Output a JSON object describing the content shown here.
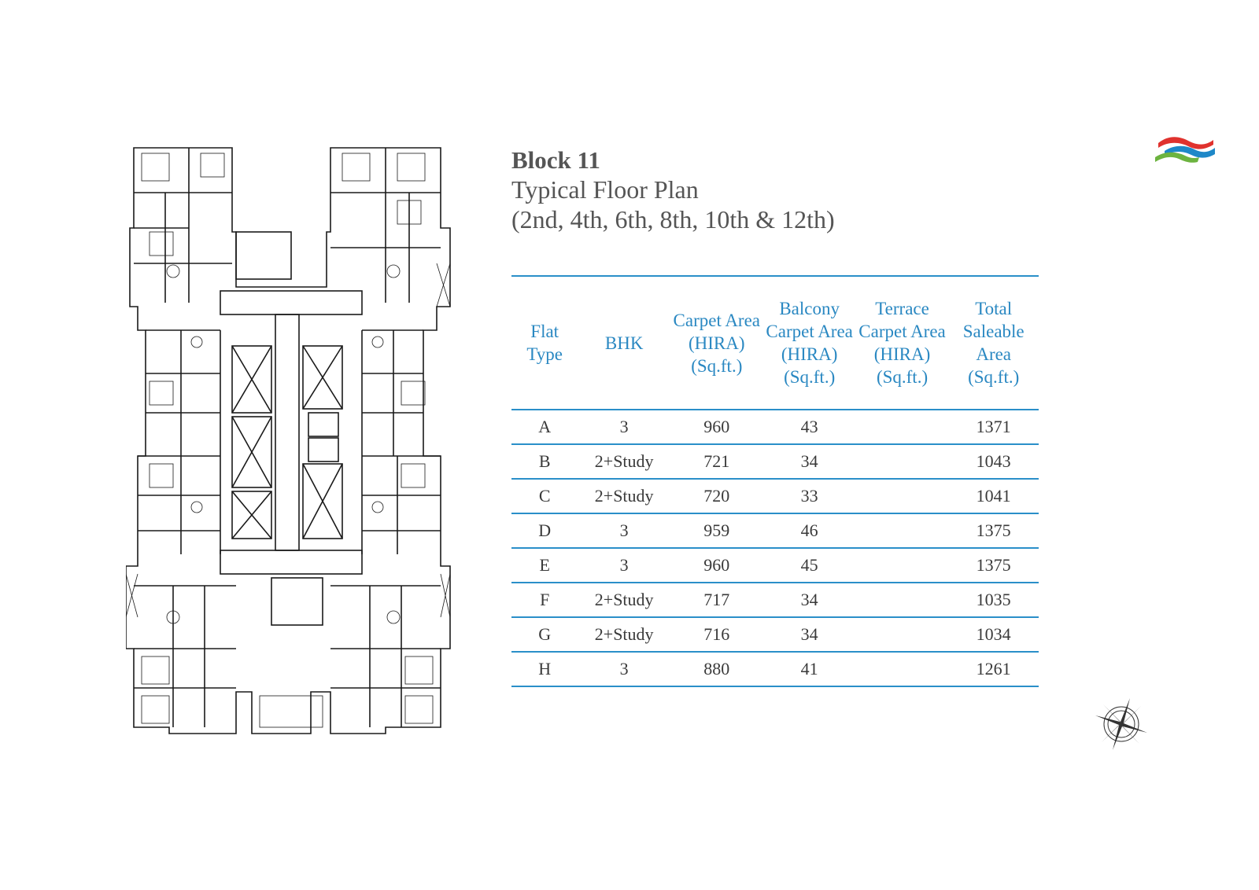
{
  "heading": {
    "block": "Block 11",
    "line1": "Typical Floor Plan",
    "line2": "(2nd, 4th, 6th, 8th, 10th & 12th)"
  },
  "table": {
    "headers": [
      "Flat Type",
      "BHK",
      "Carpet Area (HIRA) (Sq.ft.)",
      "Balcony Carpet Area (HIRA) (Sq.ft.)",
      "Terrace Carpet Area (HIRA) (Sq.ft.)",
      "Total Saleable Area (Sq.ft.)"
    ],
    "rows": [
      [
        "A",
        "3",
        "960",
        "43",
        "",
        "1371"
      ],
      [
        "B",
        "2+Study",
        "721",
        "34",
        "",
        "1043"
      ],
      [
        "C",
        "2+Study",
        "720",
        "33",
        "",
        "1041"
      ],
      [
        "D",
        "3",
        "959",
        "46",
        "",
        "1375"
      ],
      [
        "E",
        "3",
        "960",
        "45",
        "",
        "1375"
      ],
      [
        "F",
        "2+Study",
        "717",
        "34",
        "",
        "1035"
      ],
      [
        "G",
        "2+Study",
        "716",
        "34",
        "",
        "1034"
      ],
      [
        "H",
        "3",
        "880",
        "41",
        "",
        "1261"
      ]
    ]
  },
  "colors": {
    "accent": "#2a8fc9",
    "header_text": "#2a88c2",
    "logo_red": "#e0322e",
    "logo_green": "#6cb33f",
    "logo_blue": "#1e88c8"
  },
  "icons": {
    "logo": "brand-wave-logo",
    "compass": "compass-rose-icon",
    "plan": "floor-plan-drawing"
  }
}
